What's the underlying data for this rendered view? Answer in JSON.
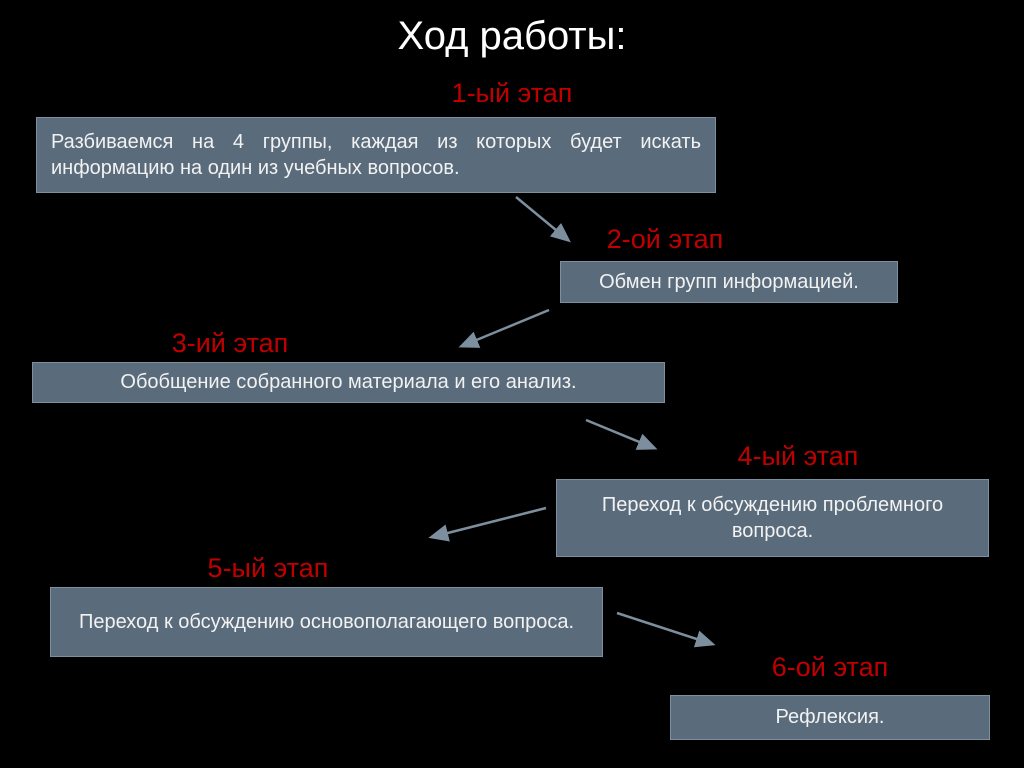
{
  "slide": {
    "title": "Ход работы:",
    "stages": [
      {
        "label": "1-ый этап",
        "text": "Разбиваемся на 4 группы, каждая из которых будет искать информацию на один из учебных вопросов."
      },
      {
        "label": "2-ой этап",
        "text": "Обмен групп информацией."
      },
      {
        "label": "3-ий этап",
        "text": "Обобщение собранного материала и его анализ."
      },
      {
        "label": "4-ый этап",
        "text": "Переход к обсуждению проблемного вопроса."
      },
      {
        "label": "5-ый этап",
        "text": "Переход к обсуждению основополагающего вопроса."
      },
      {
        "label": "6-ой этап",
        "text": "Рефлексия."
      }
    ],
    "colors": {
      "background": "#000000",
      "title": "#ffffff",
      "stage_label": "#c00000",
      "box_fill": "#5a6b7b",
      "box_border": "#7e909f",
      "box_text": "#f2f2f2",
      "arrow": "#7d8f9e"
    }
  }
}
